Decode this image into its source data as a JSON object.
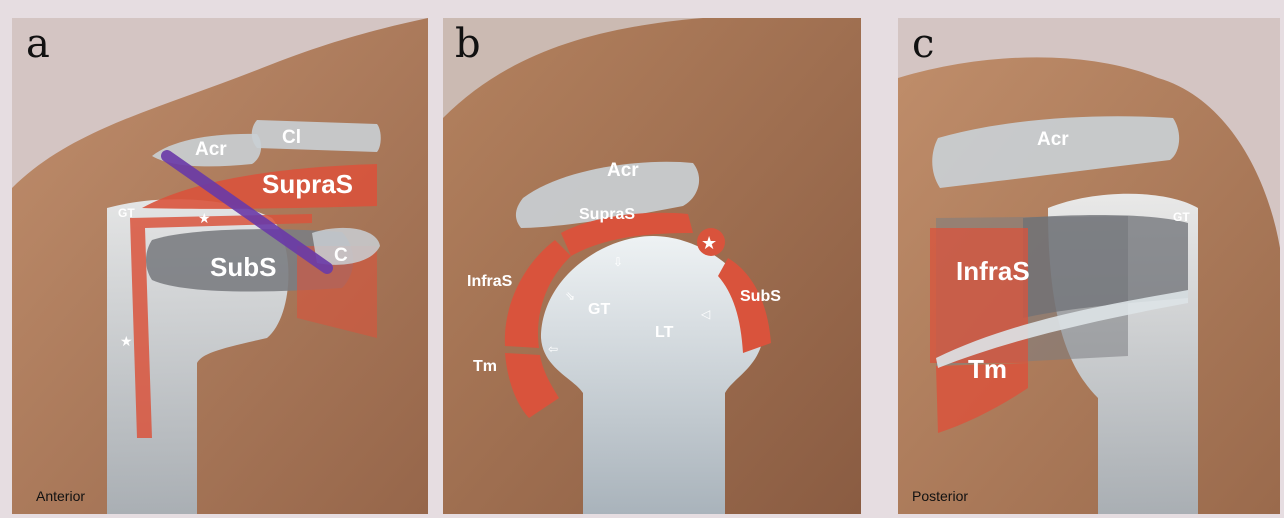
{
  "panels": [
    {
      "letter": "a",
      "caption": "Anterior",
      "labels": {
        "acr": "Acr",
        "cl": "Cl",
        "supras": "SupraS",
        "gt": "GT",
        "subs": "SubS",
        "c": "C"
      }
    },
    {
      "letter": "b",
      "caption": "",
      "labels": {
        "acr": "Acr",
        "supras": "SupraS",
        "infras": "InfraS",
        "gt": "GT",
        "lt": "LT",
        "subs": "SubS",
        "tm": "Tm"
      }
    },
    {
      "letter": "c",
      "caption": "Posterior",
      "labels": {
        "acr": "Acr",
        "gt": "GT",
        "infras": "InfraS",
        "tm": "Tm"
      }
    }
  ],
  "colors": {
    "background": "#d4c5c3",
    "skin": "#a8785c",
    "bone": "#c5cdd3",
    "muscle": "#d9533c",
    "ligament": "#6a3aa8"
  }
}
